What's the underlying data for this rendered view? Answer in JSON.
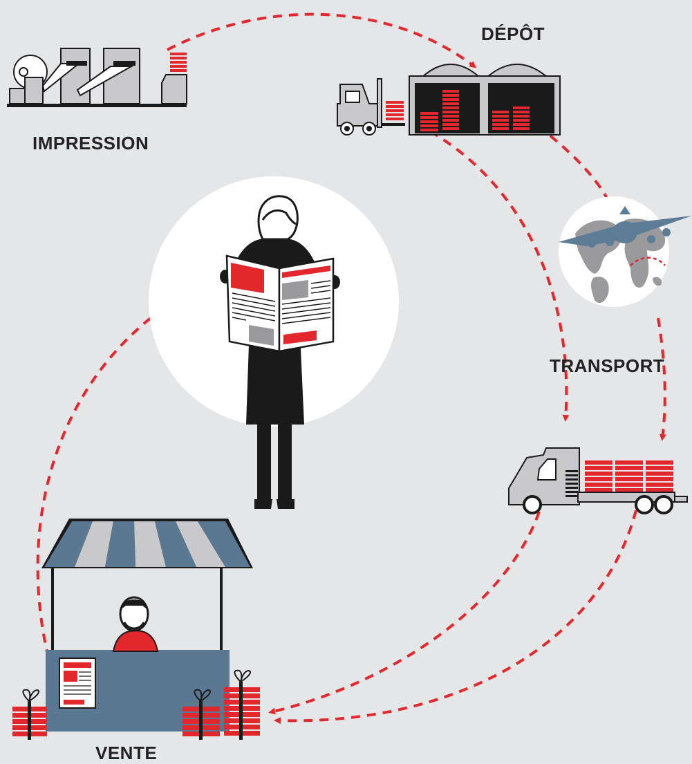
{
  "stages": {
    "impression": "IMPRESSION",
    "depot": "DÉPÔT",
    "transport": "TRANSPORT",
    "vente": "VENTE"
  },
  "colors": {
    "background": "#e5e6e8",
    "accent_red": "#e3282d",
    "machine_gray": "#c9c9cb",
    "ink": "#1a1a1a",
    "kiosk_blue": "#5a7891",
    "globe_land": "#9a9a9c",
    "plane": "#5d7c95"
  },
  "icons": [
    "printing-press-icon",
    "warehouse-icon",
    "forklift-icon",
    "globe-icon",
    "airplane-icon",
    "truck-icon",
    "kiosk-icon",
    "vendor-icon",
    "reader-icon",
    "newspaper-icon",
    "gift-icon"
  ]
}
